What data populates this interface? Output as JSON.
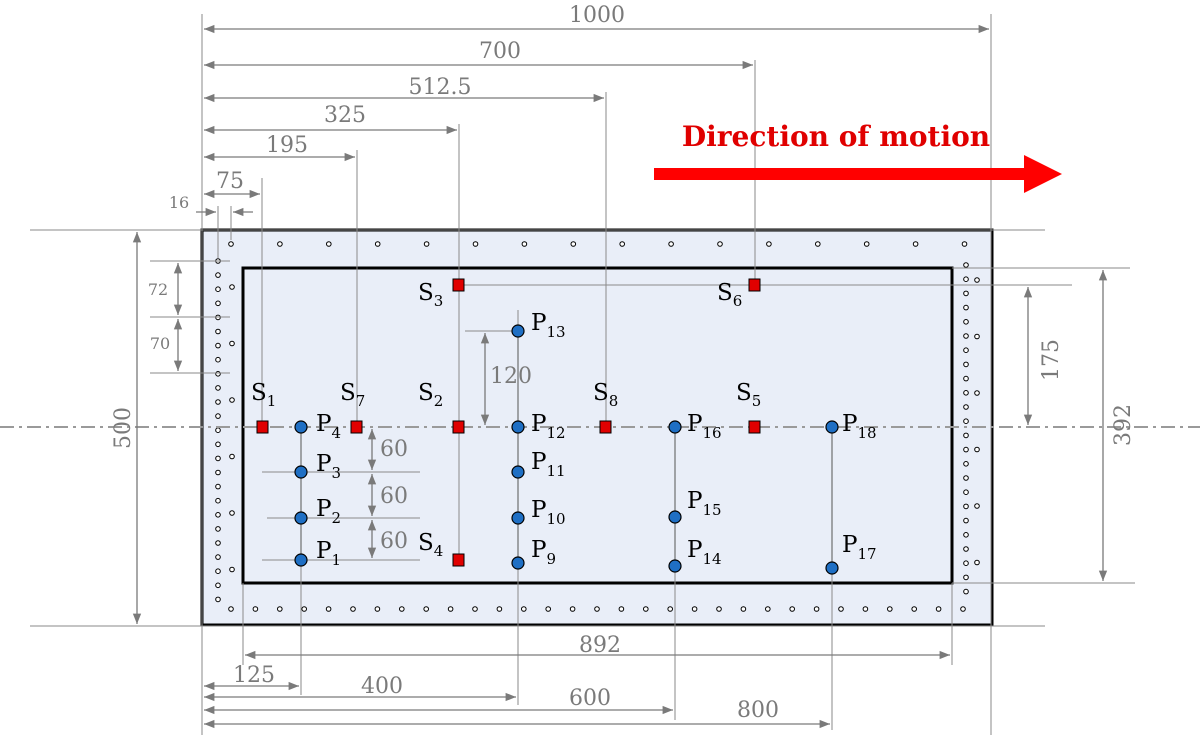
{
  "title": "Direction of motion",
  "colors": {
    "plate": "#e9eef8",
    "sensor": "#e00000",
    "probe": "#1f6fc4",
    "dimension": "#7a7a7a",
    "arrow": "#ff0000"
  },
  "top_dimensions": [
    "1000",
    "700",
    "512.5",
    "325",
    "195",
    "75",
    "16"
  ],
  "left_dimensions": [
    "500",
    "72",
    "70"
  ],
  "right_dimensions": [
    "175",
    "392"
  ],
  "middle_dimensions": [
    "120",
    "60",
    "60",
    "60"
  ],
  "bottom_dimensions": [
    "892",
    "125",
    "400",
    "600",
    "800"
  ],
  "sensors": [
    {
      "base": "S",
      "sub": "1"
    },
    {
      "base": "S",
      "sub": "7"
    },
    {
      "base": "S",
      "sub": "2"
    },
    {
      "base": "S",
      "sub": "3"
    },
    {
      "base": "S",
      "sub": "4"
    },
    {
      "base": "S",
      "sub": "8"
    },
    {
      "base": "S",
      "sub": "6"
    },
    {
      "base": "S",
      "sub": "5"
    }
  ],
  "probes": [
    {
      "base": "P",
      "sub": "1"
    },
    {
      "base": "P",
      "sub": "2"
    },
    {
      "base": "P",
      "sub": "3"
    },
    {
      "base": "P",
      "sub": "4"
    },
    {
      "base": "P",
      "sub": "9"
    },
    {
      "base": "P",
      "sub": "10"
    },
    {
      "base": "P",
      "sub": "11"
    },
    {
      "base": "P",
      "sub": "12"
    },
    {
      "base": "P",
      "sub": "13"
    },
    {
      "base": "P",
      "sub": "14"
    },
    {
      "base": "P",
      "sub": "15"
    },
    {
      "base": "P",
      "sub": "16"
    },
    {
      "base": "P",
      "sub": "17"
    },
    {
      "base": "P",
      "sub": "18"
    }
  ]
}
